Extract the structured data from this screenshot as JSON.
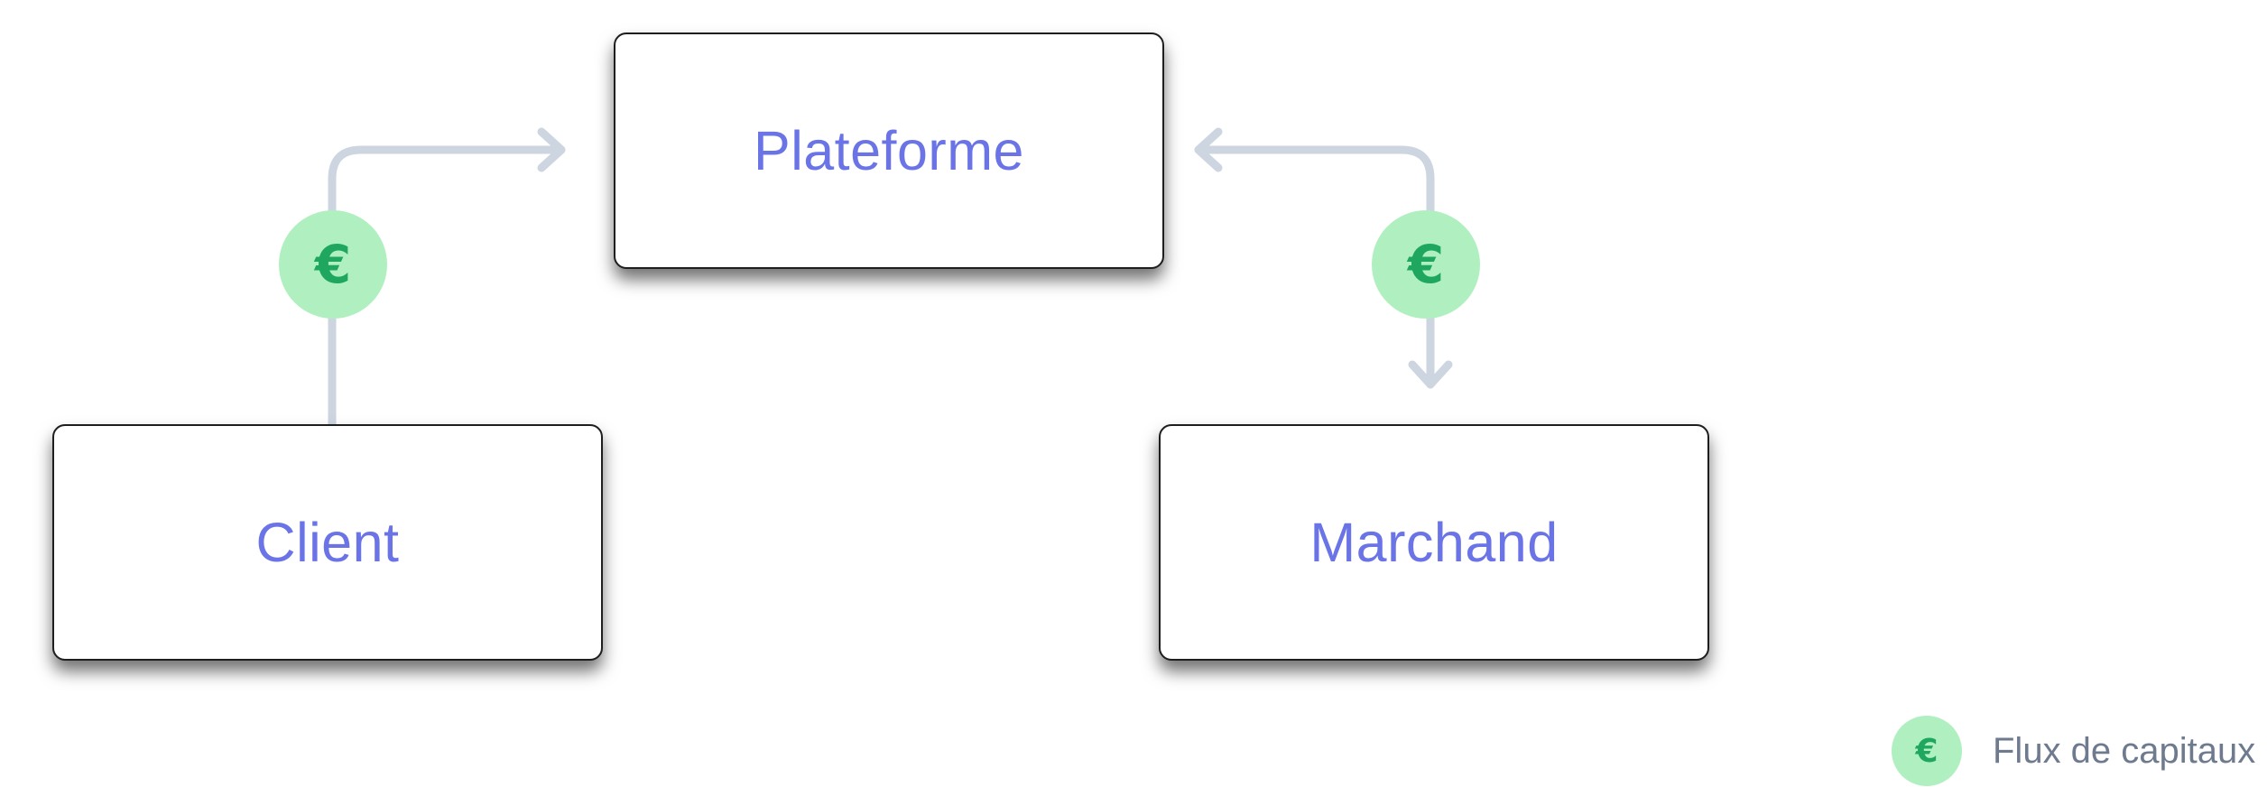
{
  "nodes": {
    "plateforme": "Plateforme",
    "client": "Client",
    "marchand": "Marchand"
  },
  "edges": [
    {
      "from": "Client",
      "to": "Plateforme",
      "marker": "€"
    },
    {
      "from": "Plateforme",
      "to": "Marchand",
      "marker": "€"
    }
  ],
  "money_symbol": "€",
  "legend": {
    "symbol": "€",
    "label": "Flux de capitaux"
  },
  "colors": {
    "node_text": "#6b74e6",
    "connector": "#cdd5e0",
    "money_fill": "#b0f0c0",
    "money_symbol": "#1fa760",
    "legend_text": "#6e7a8e"
  }
}
